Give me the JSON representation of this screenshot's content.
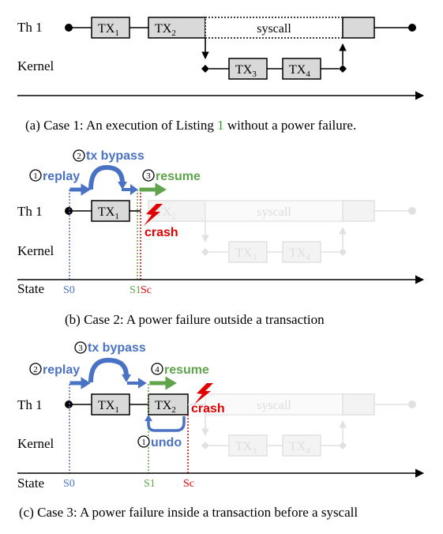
{
  "labels": {
    "th1": "Th 1",
    "kernel": "Kernel",
    "state": "State",
    "tx1": "TX",
    "tx2": "TX",
    "tx3": "TX",
    "tx4": "TX",
    "sub1": "1",
    "sub2": "2",
    "sub3": "3",
    "sub4": "4",
    "syscall": "syscall"
  },
  "captions": {
    "case1_pre": "(a) Case 1: An execution of Listing ",
    "case1_ref": "1",
    "case1_post": " without a power failure.",
    "case2": "(b) Case 2: A power failure outside a transaction",
    "case3": "(c) Case 3: A power failure inside a transaction before a syscall"
  },
  "case2": {
    "replay": "replay",
    "tx_bypass": "tx bypass",
    "resume": "resume",
    "crash": "crash",
    "num_replay": "1",
    "num_bypass": "2",
    "num_resume": "3",
    "s0": "S0",
    "s1": "S1",
    "sc": "Sc"
  },
  "case3": {
    "replay": "replay",
    "tx_bypass": "tx bypass",
    "resume": "resume",
    "crash": "crash",
    "undo": "undo",
    "num_undo": "1",
    "num_replay": "2",
    "num_bypass": "3",
    "num_resume": "4",
    "s0": "S0",
    "s1": "S1",
    "sc": "Sc"
  },
  "colors": {
    "blue": "#4a72c4",
    "green": "#5fa44b",
    "red": "#e00000",
    "box": "#d9d9d9",
    "faded": "#e1e1e1"
  }
}
